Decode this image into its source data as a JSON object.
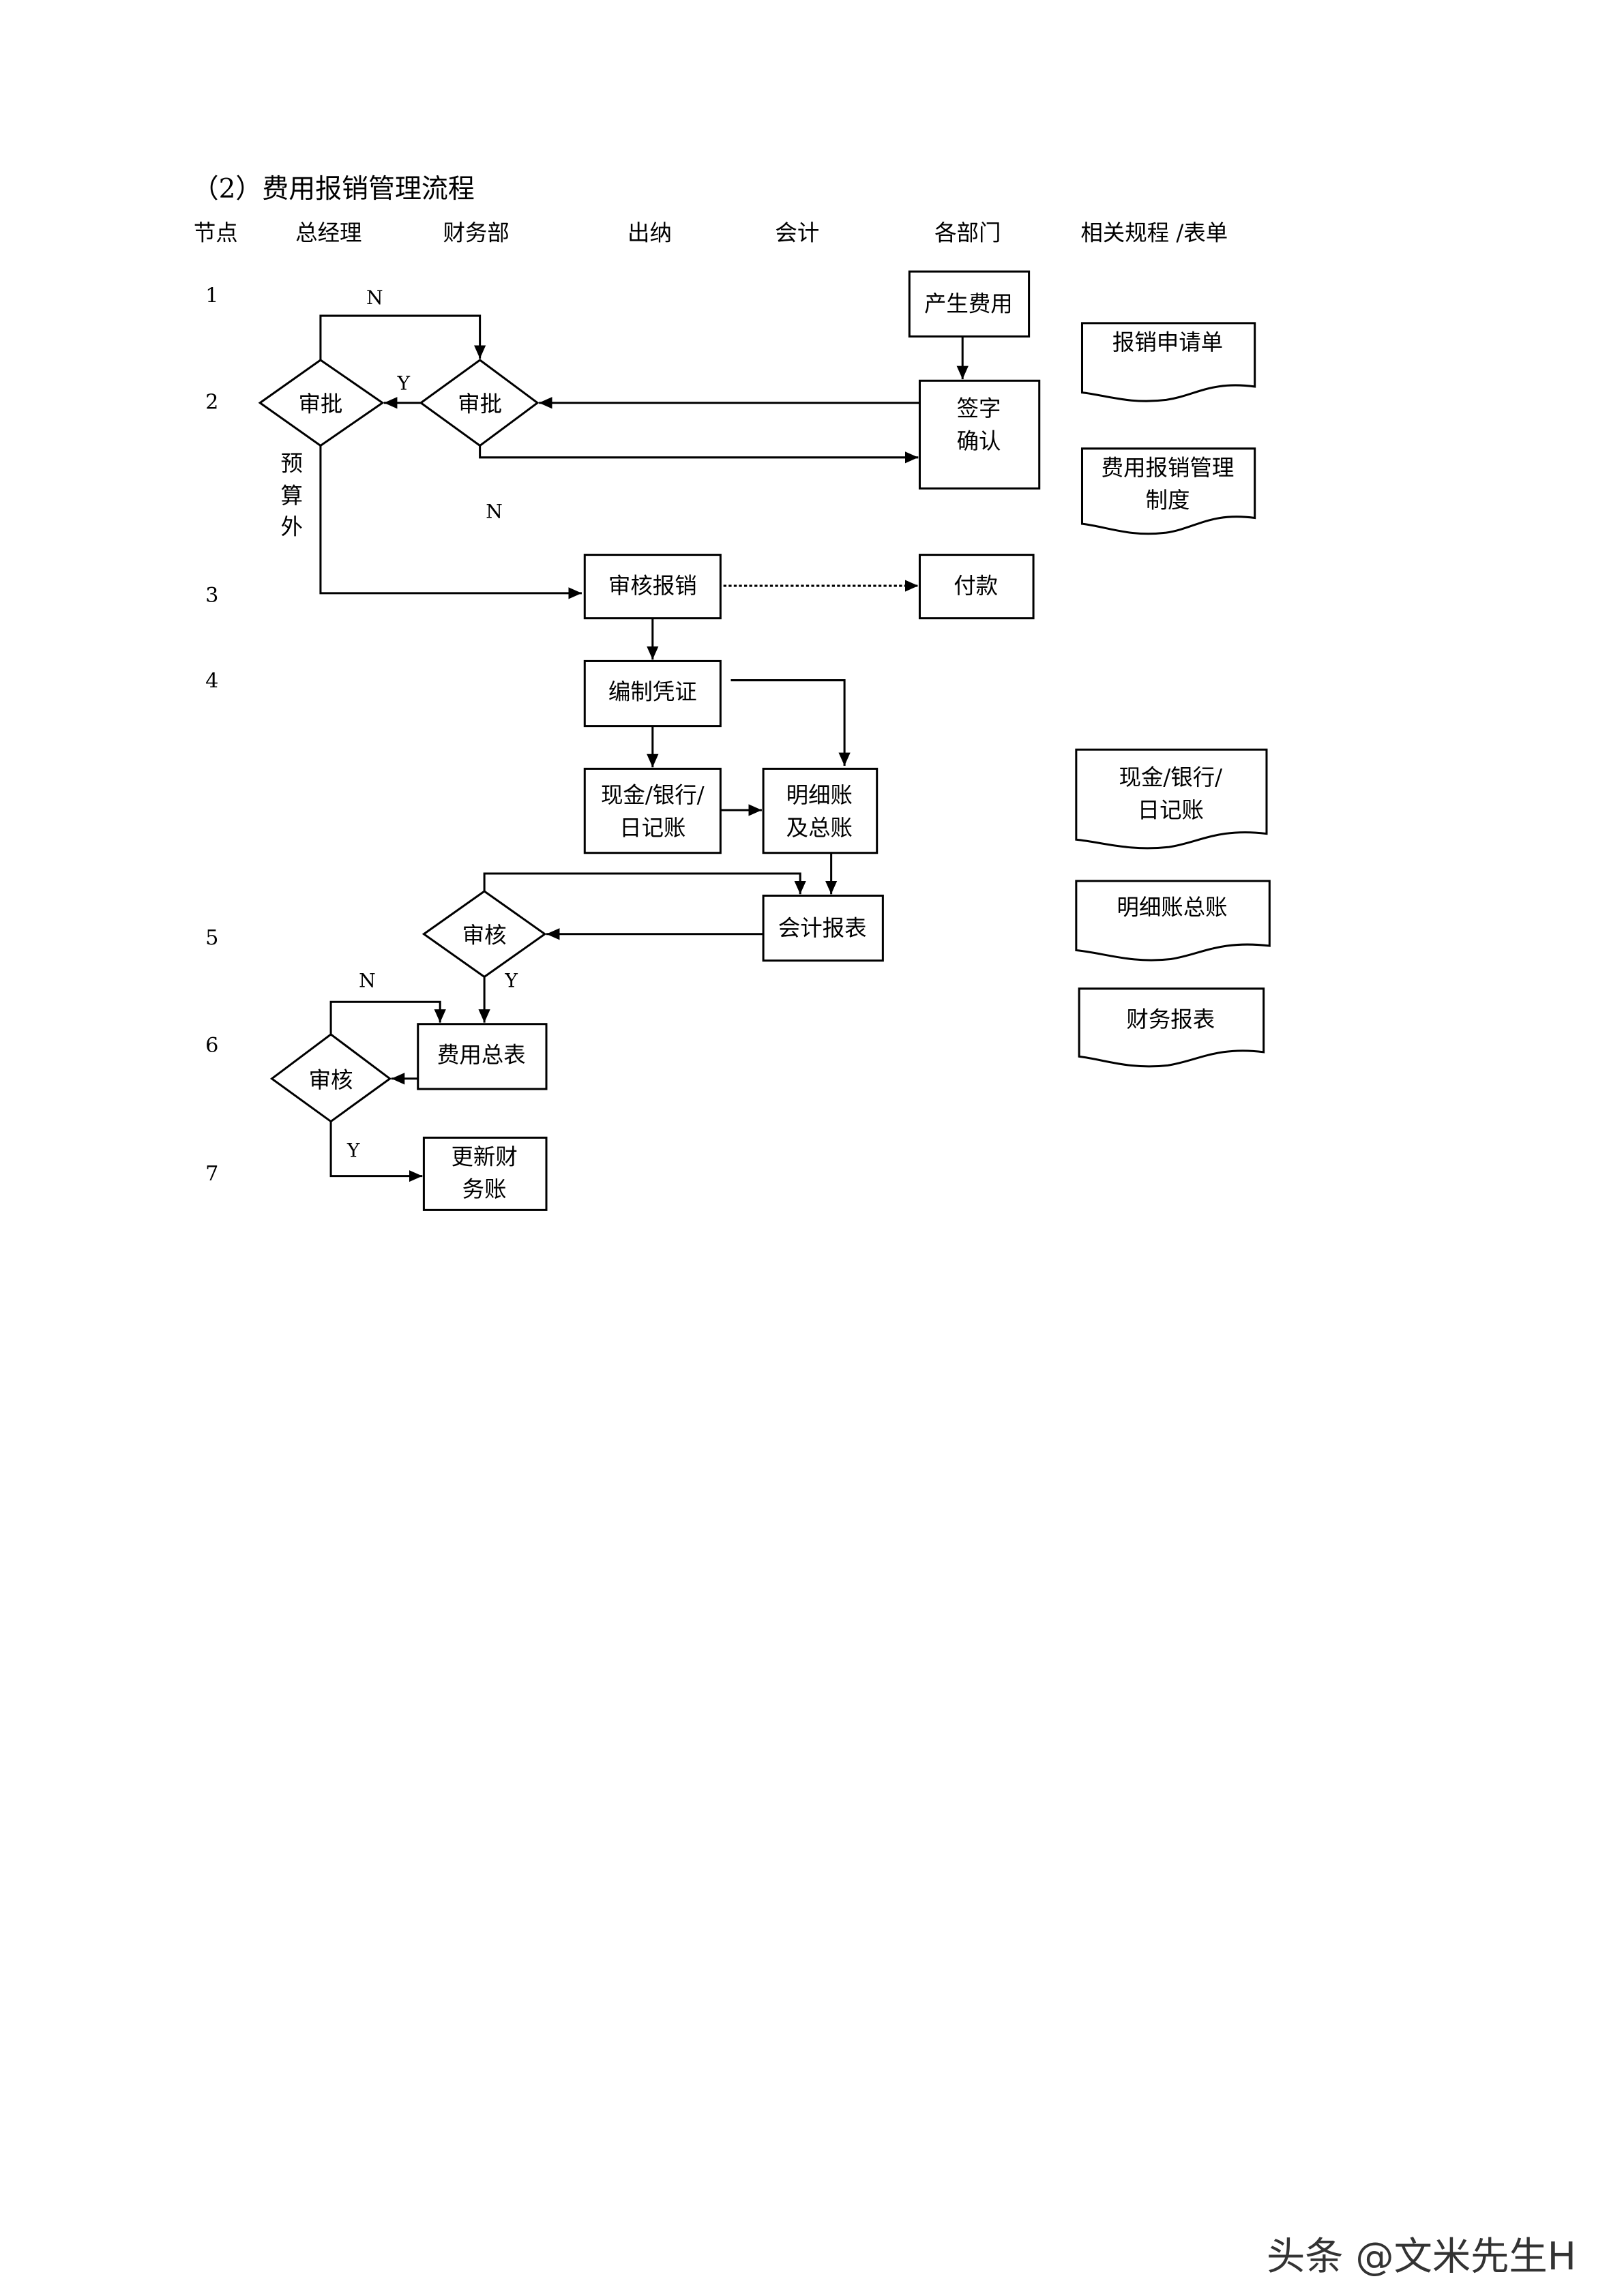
{
  "title": "（2）费用报销管理流程",
  "headers": {
    "node": "节点",
    "gm": "总经理",
    "finance": "财务部",
    "cashier": "出纳",
    "accountant": "会计",
    "depts": "各部门",
    "forms": "相关规程 /表单"
  },
  "node_numbers": [
    "1",
    "2",
    "3",
    "4",
    "5",
    "6",
    "7"
  ],
  "boxes": {
    "generate_expense": "产生费用",
    "sign_confirm": [
      "签字",
      "确认"
    ],
    "review_reimburse": "审核报销",
    "payment": "付款",
    "voucher": "编制凭证",
    "cash_journal": [
      "现金/银行/",
      "日记账"
    ],
    "ledger": [
      "明细账",
      "及总账"
    ],
    "acct_report": "会计报表",
    "expense_summary": "费用总表",
    "update_ledger": [
      "更新财",
      "务账"
    ]
  },
  "decisions": {
    "gm_approve": "审批",
    "fin_approve": "审批",
    "audit1": "审核",
    "audit2": "审核"
  },
  "edge_labels": {
    "n1": "N",
    "y1": "Y",
    "n2": "N",
    "budget_out": [
      "预",
      "算",
      "外"
    ],
    "y2": "Y",
    "n3": "N",
    "y3": "Y"
  },
  "documents": {
    "application": "报销申请单",
    "policy": [
      "费用报销管理",
      "制度"
    ],
    "journal": [
      "现金/银行/",
      "日记账"
    ],
    "ledger": "明细账总账",
    "report": "财务报表"
  },
  "watermark": "头条 @文米先生H"
}
